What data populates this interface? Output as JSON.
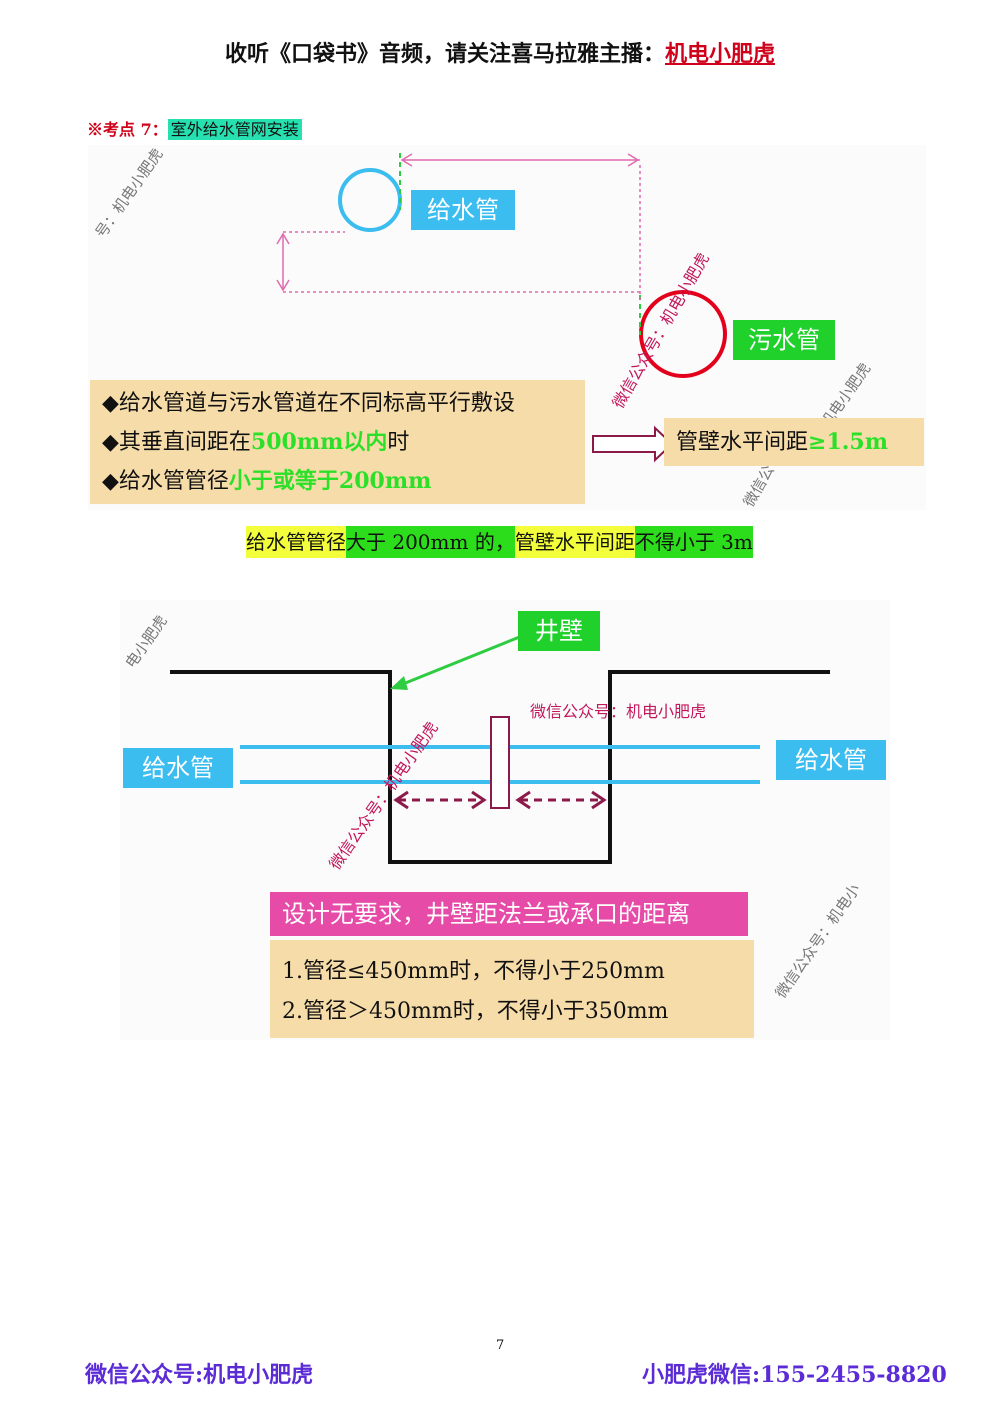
{
  "header": {
    "prefix": "收听《口袋书》音频，请关注喜马拉雅主播：",
    "host": "机电小肥虎"
  },
  "section": {
    "label": "※考点 7：",
    "title": "室外给水管网安装"
  },
  "fig1": {
    "supply_label": "给水管",
    "sewage_label": "污水管",
    "watermarks": [
      "号：机电小肥虎",
      "微信公众号：机电小肥虎",
      "机电小肥虎",
      "微信公"
    ],
    "conditions": [
      "◆给水管道与污水管道在不同标高平行敷设",
      "◆其垂直间距在",
      "500mm以内",
      "时",
      "◆给水管管径",
      "小于或等于200mm"
    ],
    "result": {
      "text": "管壁水平间距",
      "value": "≥1.5m"
    }
  },
  "rule2": [
    "给水管管径",
    "大于 200mm 的，",
    "管壁水平间距",
    "不得小于 3m"
  ],
  "fig2": {
    "wall_label": "井壁",
    "left_pipe": "给水管",
    "right_pipe": "给水管",
    "watermarks": [
      "电小肥虎",
      "微信公众号：机电小肥虎",
      "微信公众号：机电小肥虎",
      "微信公众号：机电小"
    ],
    "pink_title": "设计无要求，井壁距法兰或承口的距离",
    "items": [
      "1.管径≤450mm时，不得小于250mm",
      "2.管径＞450mm时，不得小于350mm"
    ]
  },
  "page_number": "7",
  "footer": {
    "left": "微信公众号:机电小肥虎",
    "right": "小肥虎微信:155-2455-8820"
  },
  "colors": {
    "supply": "#3bbdf0",
    "sewage": "#e3001b",
    "green": "#1fd12a",
    "tan": "#f6dca8",
    "pink": "#e64ba8"
  }
}
